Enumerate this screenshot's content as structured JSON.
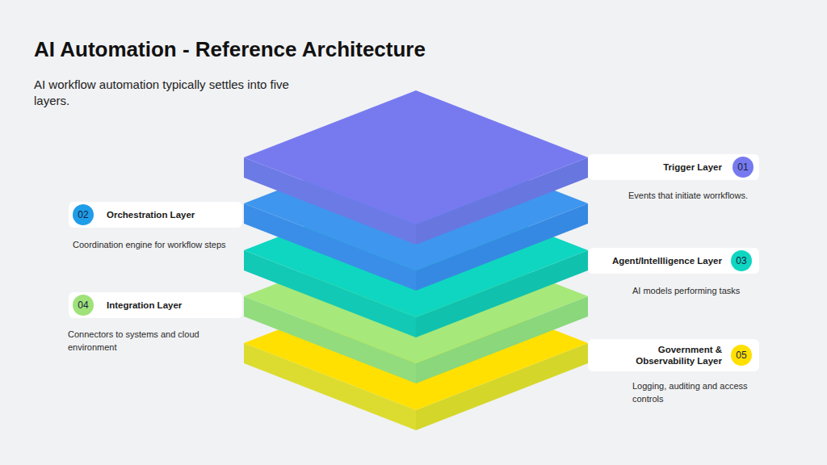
{
  "diagram": {
    "title": "AI Automation - Reference Architecture",
    "nodes": [
      {
        "text": [
          "Trigger Layer",
          "Events that initiate worrkflows."
        ]
      },
      {
        "text": [
          "01"
        ],
        "in": 0
      },
      {
        "text": [
          "Orchestration Layer",
          "Coordination engine for workflow steps"
        ]
      },
      {
        "text": [
          "02"
        ],
        "in": 2
      },
      {
        "text": [
          "Agent/Intellligence Layer",
          "AI models performing tasks"
        ]
      },
      {
        "text": [
          "03"
        ],
        "in": 4
      },
      {
        "text": [
          "Integration Layer",
          "Connectors to systems and cloud environment"
        ]
      },
      {
        "text": [
          "04"
        ],
        "in": 6
      },
      {
        "text": [
          "Government & Observability Layer",
          "Logging, auditing and access controls"
        ]
      },
      {
        "text": [
          "05"
        ],
        "in": 8
      }
    ],
    "labels": [
      "AI workflow automation typically settles into five layers."
    ]
  }
}
